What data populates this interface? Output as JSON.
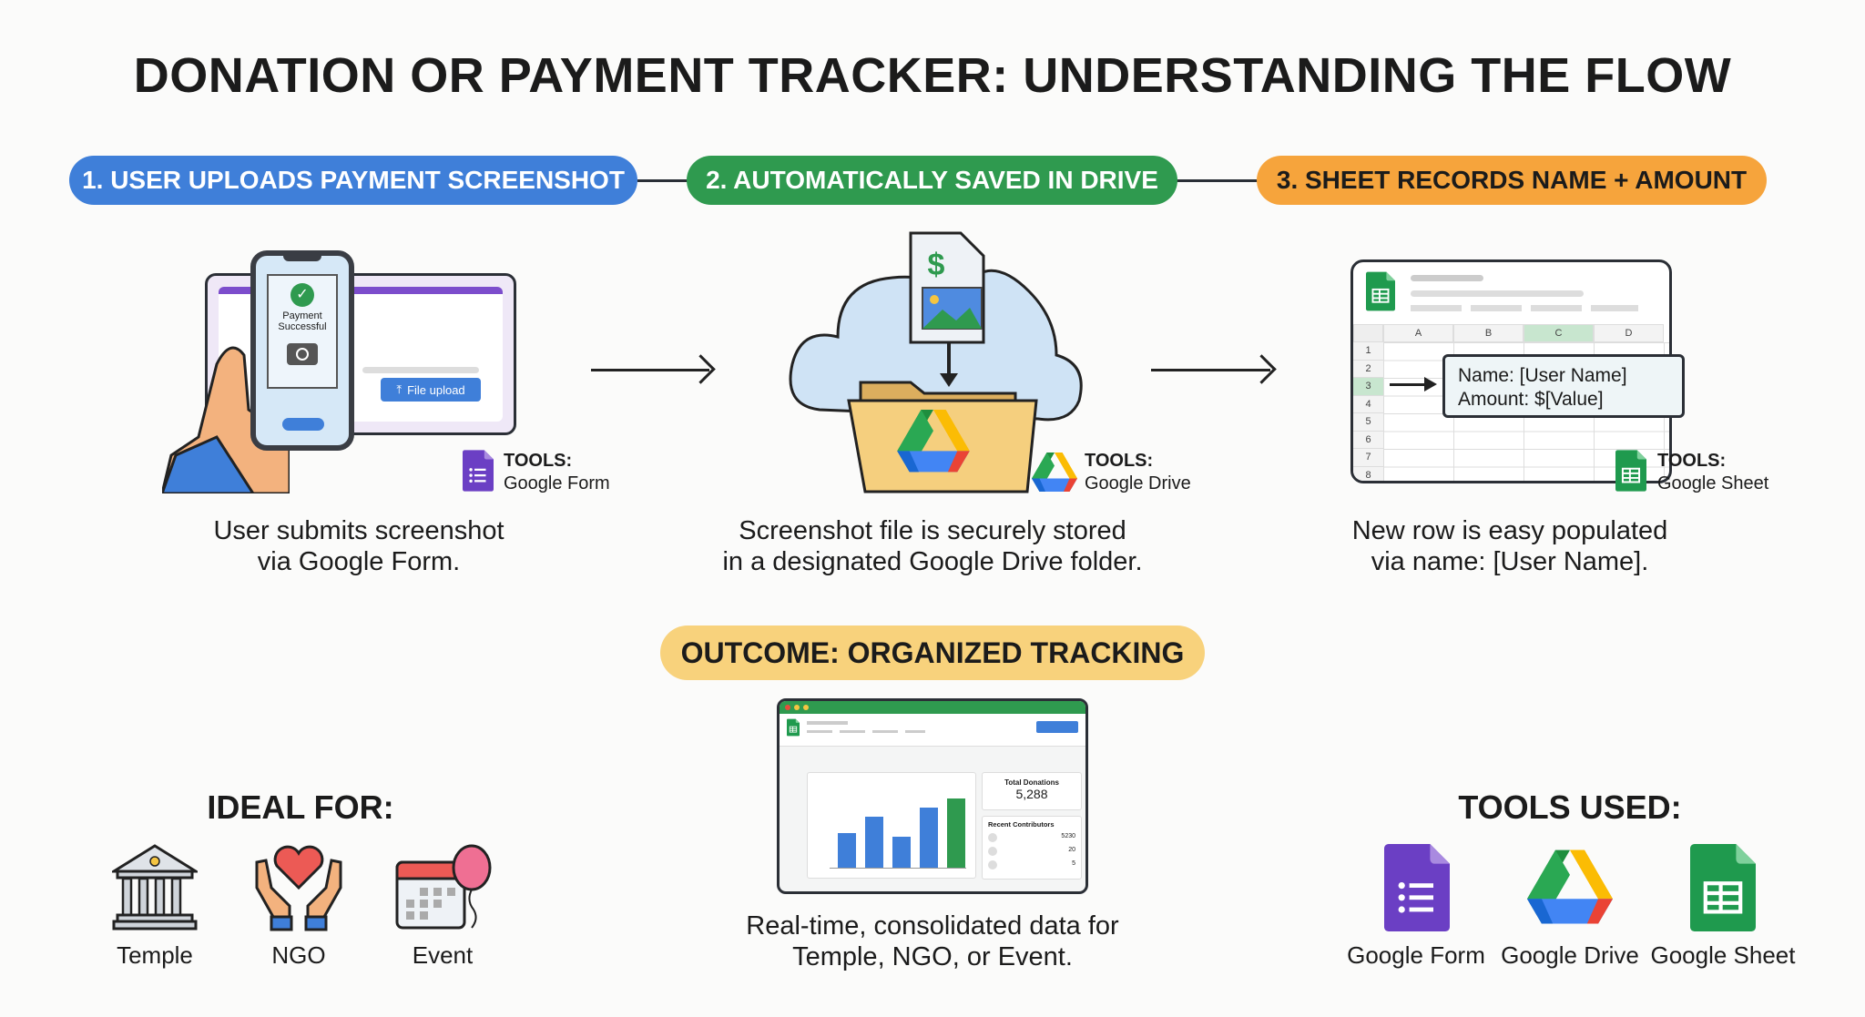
{
  "title": "DONATION OR PAYMENT TRACKER: UNDERSTANDING THE FLOW",
  "steps": [
    {
      "label": "1. USER UPLOADS PAYMENT SCREENSHOT",
      "color": "#3f7fd9",
      "tools_heading": "TOOLS:",
      "tool": "Google Form",
      "desc_line1": "User submits screenshot",
      "desc_line2": "via Google Form."
    },
    {
      "label": "2. AUTOMATICALLY SAVED IN DRIVE",
      "color": "#2f9a4f",
      "tools_heading": "TOOLS:",
      "tool": "Google Drive",
      "desc_line1": "Screenshot file is securely stored",
      "desc_line2": "in a designated Google Drive folder."
    },
    {
      "label": "3. SHEET RECORDS NAME + AMOUNT",
      "color": "#f6a43c",
      "tools_heading": "TOOLS:",
      "tool": "Google Sheet",
      "desc_line1": "New row is easy populated",
      "desc_line2": "via name: [User Name]."
    }
  ],
  "phone": {
    "status_line1": "Payment",
    "status_line2": "Successful",
    "upload_button": "File upload"
  },
  "sheet": {
    "columns": [
      "A",
      "B",
      "C",
      "D"
    ],
    "rows": [
      "1",
      "2",
      "3",
      "4",
      "5",
      "6",
      "7",
      "8"
    ],
    "callout_name": "Name: [User Name]",
    "callout_amount": "Amount: $[Value]"
  },
  "drive_file": {
    "symbol": "$"
  },
  "outcome": {
    "label": "OUTCOME: ORGANIZED TRACKING",
    "color": "#f8d27c",
    "desc_line1": "Real-time, consolidated data for",
    "desc_line2": "Temple, NGO, or Event.",
    "dashboard": {
      "total_label": "Total Donations",
      "total_value": "5,288",
      "recent_label": "Recent Contributors",
      "contributors": [
        "5230",
        "20",
        "5"
      ]
    }
  },
  "ideal_for": {
    "heading": "IDEAL FOR:",
    "items": [
      "Temple",
      "NGO",
      "Event"
    ]
  },
  "tools_used": {
    "heading": "TOOLS USED:",
    "items": [
      "Google Form",
      "Google Drive",
      "Google Sheet"
    ]
  }
}
